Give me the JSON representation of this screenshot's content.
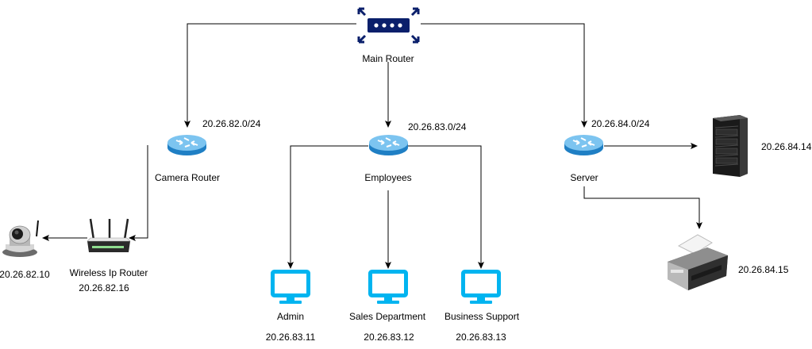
{
  "colors": {
    "main_router": "#0a1f6b",
    "router_blue": "#4fa9e5",
    "monitor": "#00b4f0",
    "edge": "#000000"
  },
  "main_router": {
    "icon": "main-router-icon",
    "label": "Main Router"
  },
  "camera_router": {
    "icon": "router-icon",
    "label": "Camera Router",
    "subnet": "20.26.82.0/24"
  },
  "employees_router": {
    "icon": "router-icon",
    "label": "Employees",
    "subnet": "20.26.83.0/24"
  },
  "server_router": {
    "icon": "router-icon",
    "label": "Server",
    "subnet": "20.26.84.0/24"
  },
  "wireless_router": {
    "icon": "wireless-router-icon",
    "label": "Wireless Ip Router",
    "ip": "20.26.82.16"
  },
  "camera": {
    "icon": "ip-camera-icon",
    "ip": "20.26.82.10"
  },
  "admin": {
    "icon": "monitor-icon",
    "label": "Admin",
    "ip": "20.26.83.11"
  },
  "sales": {
    "icon": "monitor-icon",
    "label": "Sales Department",
    "ip": "20.26.83.12"
  },
  "business": {
    "icon": "monitor-icon",
    "label": "Business Support",
    "ip": "20.26.83.13"
  },
  "server_rack": {
    "icon": "server-rack-icon",
    "ip": "20.26.84.14"
  },
  "printer": {
    "icon": "printer-icon",
    "ip": "20.26.84.15"
  }
}
